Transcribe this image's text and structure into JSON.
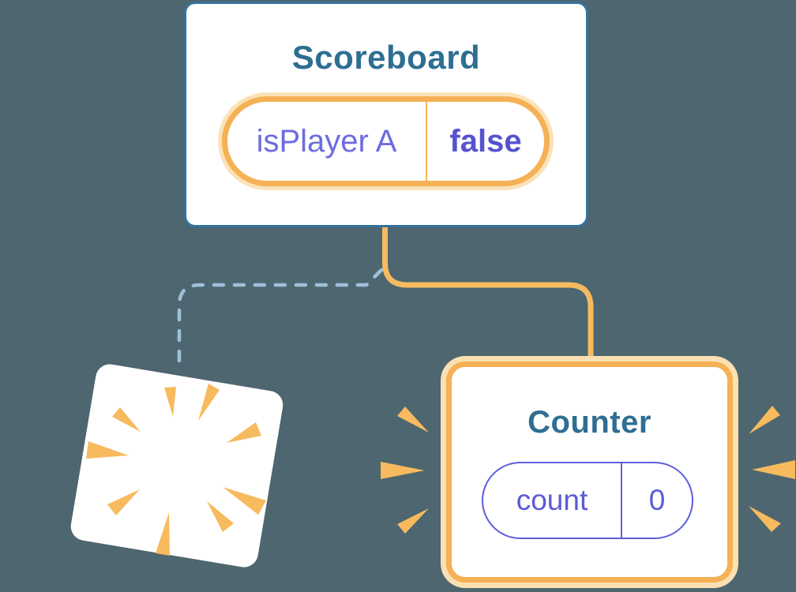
{
  "diagram": {
    "description": "Component tree state diagram: Scoreboard parent keeps state while a child component is destroyed (poof) and a new Counter component is created with fresh state",
    "background_color": "#4D666F"
  },
  "scoreboard_card": {
    "title": "Scoreboard",
    "state_pill": {
      "key": "isPlayer A",
      "value": "false"
    }
  },
  "counter_card": {
    "title": "Counter",
    "state_pill": {
      "key": "count",
      "value": "0"
    }
  },
  "connectors": {
    "solid_connector": "scoreboard-to-counter",
    "dashed_connector": "scoreboard-to-removed-component"
  },
  "icons": {
    "sparkles": "sparkles-icon",
    "poof_card": "poof-burst-icon",
    "burst_left": "burst-rays-left-icon",
    "burst_right": "burst-rays-right-icon"
  },
  "colors": {
    "background": "#4D666F",
    "card_background": "#FFFFFF",
    "card_border_blue": "#34739F",
    "title_teal": "#2E6E92",
    "state_key_purple": "#6C6CE0",
    "state_value_purple_bold": "#5553CF",
    "pill_border_purple": "#5E5EDC",
    "yellow_border": "#F5B155",
    "yellow_halo": "#FBE2B8",
    "yellow_connector": "#F6BB60",
    "ray_yellow": "#F7BA5E",
    "dashed_line_blue": "#9FC0DA"
  }
}
